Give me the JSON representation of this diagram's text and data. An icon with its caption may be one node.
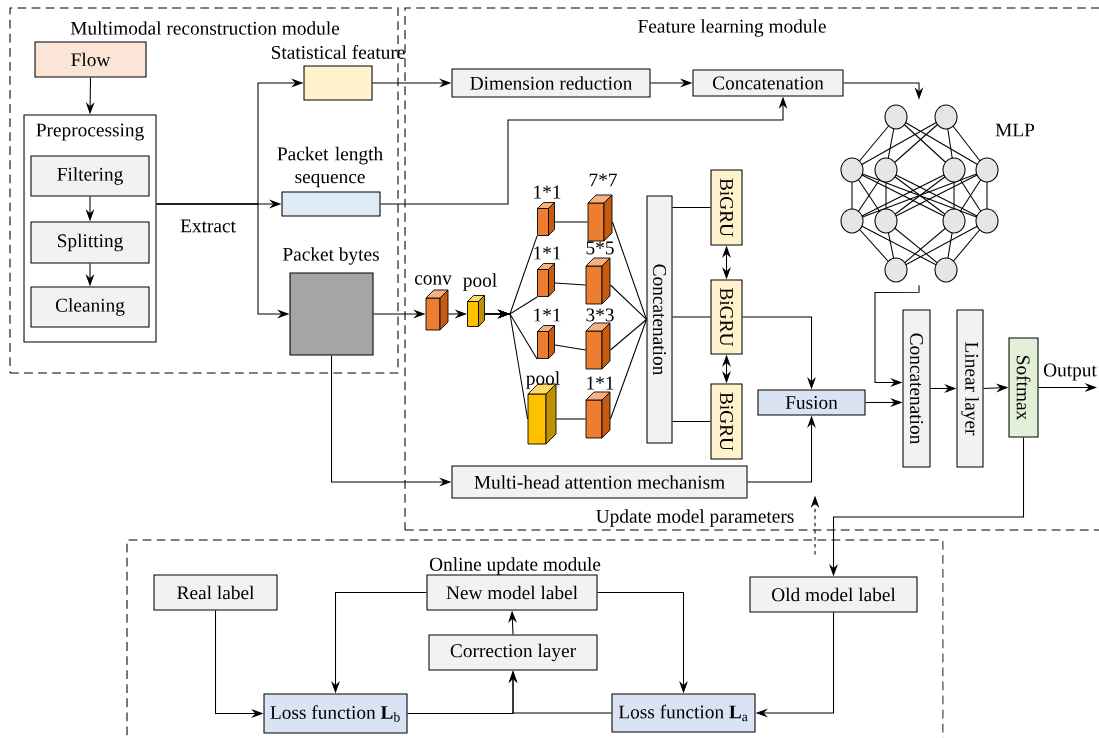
{
  "diagram": {
    "nodes": [
      {
        "text": [
          "Multimodal reconstruction module"
        ]
      },
      {
        "text": [
          "Flow"
        ],
        "in": 0
      },
      {
        "text": [
          "Preprocessing"
        ],
        "in": 0
      },
      {
        "text": [
          "Filtering"
        ],
        "in": 2
      },
      {
        "text": [
          "Splitting"
        ],
        "in": 2
      },
      {
        "text": [
          "Cleaning"
        ],
        "in": 2
      },
      {
        "text": [
          "Statistical feature"
        ],
        "in": 0
      },
      {
        "text": [
          "Packet length sequence"
        ],
        "in": 0
      },
      {
        "text": [
          "Packet bytes"
        ],
        "in": 0
      },
      {
        "text": [
          "Feature learning module"
        ]
      },
      {
        "text": [
          "Dimension reduction"
        ],
        "in": 9
      },
      {
        "text": [
          "Concatenation"
        ],
        "in": 9
      },
      {
        "text": [],
        "shape": "picture",
        "beside": [
          "MLP"
        ],
        "in": 9
      },
      {
        "text": [],
        "shape": "cube",
        "beside": [
          "conv"
        ],
        "in": 9
      },
      {
        "text": [],
        "shape": "cube",
        "beside": [
          "pool"
        ],
        "in": 9
      },
      {
        "text": [],
        "shape": "cube",
        "beside": [
          "1*1"
        ],
        "in": 9
      },
      {
        "text": [],
        "shape": "cube",
        "beside": [
          "7*7"
        ],
        "in": 9
      },
      {
        "text": [],
        "shape": "cube",
        "beside": [
          "1*1"
        ],
        "in": 9
      },
      {
        "text": [],
        "shape": "cube",
        "beside": [
          "5*5"
        ],
        "in": 9
      },
      {
        "text": [],
        "shape": "cube",
        "beside": [
          "1*1"
        ],
        "in": 9
      },
      {
        "text": [],
        "shape": "cube",
        "beside": [
          "3*3"
        ],
        "in": 9
      },
      {
        "text": [],
        "shape": "cube",
        "beside": [
          "pool"
        ],
        "in": 9
      },
      {
        "text": [],
        "shape": "cube",
        "beside": [
          "1*1"
        ],
        "in": 9
      },
      {
        "text": [
          "Concatenation"
        ],
        "in": 9
      },
      {
        "text": [
          "BiGRU"
        ],
        "in": 9
      },
      {
        "text": [
          "BiGRU"
        ],
        "in": 9
      },
      {
        "text": [
          "BiGRU"
        ],
        "in": 9
      },
      {
        "text": [
          "Fusion"
        ],
        "in": 9
      },
      {
        "text": [
          "Multi-head attention mechanism"
        ],
        "in": 9
      },
      {
        "text": [
          "Concatenation"
        ],
        "in": 9
      },
      {
        "text": [
          "Linear layer"
        ],
        "in": 9
      },
      {
        "text": [
          "Softmax"
        ],
        "in": 9
      },
      {
        "text": [
          "Online update module"
        ]
      },
      {
        "text": [
          "Real label"
        ],
        "in": 32
      },
      {
        "text": [
          "New model label"
        ],
        "in": 32
      },
      {
        "text": [
          "Correction layer"
        ],
        "in": 32
      },
      {
        "text": [
          "Old model label"
        ],
        "in": 32
      },
      {
        "text": [
          "Loss function **L**$_{b}$"
        ],
        "in": 32
      },
      {
        "text": [
          "Loss function **L**$_{a}$"
        ],
        "in": 32
      }
    ],
    "edges": [
      {
        "from": 1,
        "to": 2,
        "arrow": "to"
      },
      {
        "from": 3,
        "to": 4,
        "arrow": "to"
      },
      {
        "from": 4,
        "to": 5,
        "arrow": "to"
      },
      {
        "from": 2,
        "to": 6,
        "arrow": "to"
      },
      {
        "from": 2,
        "to": 7,
        "arrow": "to"
      },
      {
        "from": 2,
        "to": 8,
        "arrow": "to"
      },
      {
        "from": 6,
        "to": 10,
        "arrow": "to"
      },
      {
        "from": 10,
        "to": 11,
        "arrow": "to"
      },
      {
        "from": 7,
        "to": 11,
        "arrow": "to"
      },
      {
        "from": 11,
        "to": 12,
        "arrow": "to"
      },
      {
        "from": 8,
        "to": 13,
        "arrow": "to"
      },
      {
        "from": 13,
        "to": 14,
        "arrow": "to"
      },
      {
        "from": 14,
        "to": 15,
        "arrow": "to"
      },
      {
        "from": 14,
        "to": 17,
        "arrow": "to"
      },
      {
        "from": 14,
        "to": 19,
        "arrow": "to"
      },
      {
        "from": 14,
        "to": 21,
        "arrow": "to"
      },
      {
        "from": 15,
        "to": 16,
        "arrow": "none"
      },
      {
        "from": 17,
        "to": 18,
        "arrow": "none"
      },
      {
        "from": 19,
        "to": 20,
        "arrow": "none"
      },
      {
        "from": 21,
        "to": 22,
        "arrow": "none"
      },
      {
        "from": 16,
        "to": 23,
        "arrow": "none"
      },
      {
        "from": 18,
        "to": 23,
        "arrow": "none"
      },
      {
        "from": 20,
        "to": 23,
        "arrow": "none"
      },
      {
        "from": 22,
        "to": 23,
        "arrow": "none"
      },
      {
        "from": 23,
        "to": 24,
        "arrow": "none"
      },
      {
        "from": 23,
        "to": 25,
        "arrow": "none"
      },
      {
        "from": 23,
        "to": 26,
        "arrow": "none"
      },
      {
        "from": 24,
        "to": 25,
        "arrow": "both"
      },
      {
        "from": 25,
        "to": 26,
        "arrow": "both"
      },
      {
        "from": 25,
        "to": 27,
        "arrow": "to"
      },
      {
        "from": 8,
        "to": 28,
        "arrow": "to"
      },
      {
        "from": 28,
        "to": 27,
        "arrow": "to"
      },
      {
        "from": 12,
        "to": 29,
        "arrow": "to"
      },
      {
        "from": 27,
        "to": 29,
        "arrow": "to"
      },
      {
        "from": 29,
        "to": 30,
        "arrow": "to"
      },
      {
        "from": 30,
        "to": 31,
        "arrow": "to"
      },
      {
        "from": 31,
        "to": null,
        "arrow": "to",
        "label": "Output"
      },
      {
        "from": 31,
        "to": 36,
        "arrow": "to"
      },
      {
        "from": 32,
        "to": 9,
        "arrow": "to",
        "style": "dashed",
        "label": "Update model parameters"
      },
      {
        "from": 34,
        "to": 37,
        "arrow": "to"
      },
      {
        "from": 34,
        "to": 38,
        "arrow": "to"
      },
      {
        "from": 33,
        "to": 37,
        "arrow": "to"
      },
      {
        "from": 36,
        "to": 38,
        "arrow": "to"
      },
      {
        "from": 37,
        "to": 35,
        "arrow": "to"
      },
      {
        "from": 38,
        "to": 35,
        "arrow": "to"
      },
      {
        "from": 35,
        "to": 34,
        "arrow": "to"
      }
    ],
    "labels": [
      "Extract"
    ]
  }
}
